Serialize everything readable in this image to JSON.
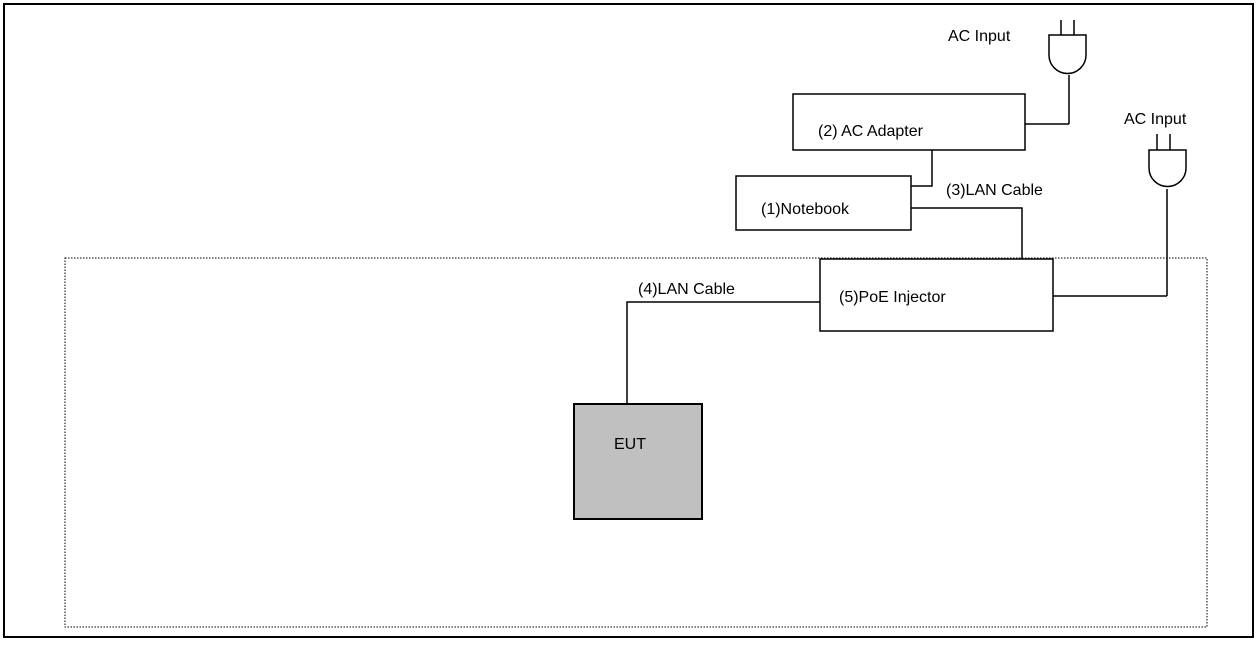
{
  "diagram": {
    "colors": {
      "line": "#000000",
      "background": "#ffffff",
      "eut_fill": "#c0c0c0"
    },
    "labels": {
      "ac_input_adapter": "AC Input",
      "ac_input_injector": "AC Input",
      "ac_adapter": "(2) AC Adapter",
      "notebook": "(1)Notebook",
      "lan_cable_3": "(3)LAN Cable",
      "lan_cable_4": "(4)LAN Cable",
      "poe_injector": "(5)PoE Injector",
      "eut": "EUT"
    },
    "icons": {
      "plug_adapter": "power-plug-icon",
      "plug_injector": "power-plug-icon"
    }
  }
}
